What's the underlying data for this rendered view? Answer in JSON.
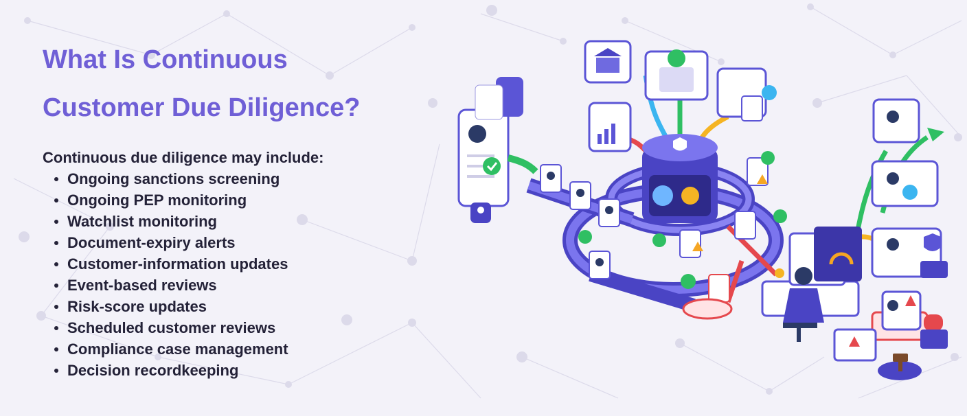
{
  "heading": {
    "line1": "What Is Continuous",
    "line2": "Customer Due Diligence?"
  },
  "intro": "Continuous due diligence may include:",
  "items": [
    "Ongoing sanctions screening",
    "Ongoing PEP monitoring",
    "Watchlist monitoring",
    "Document-expiry alerts",
    "Customer-information updates",
    "Event-based reviews",
    "Risk-score updates",
    "Scheduled customer reviews",
    "Compliance case management",
    "Decision recordkeeping"
  ],
  "colors": {
    "background": "#f3f2f9",
    "heading": "#6f5fd6",
    "text": "#242238",
    "platform": "#5b55d6",
    "check": "#2fbf63",
    "alert": "#e5484d",
    "warning": "#f5a623"
  },
  "icons": [
    "network-background",
    "isometric-due-diligence-illustration",
    "check-icon",
    "warning-icon",
    "shield-icon",
    "bank-icon",
    "fingerprint-icon",
    "user-card-icon",
    "alarm-light-icon",
    "gavel-icon"
  ]
}
